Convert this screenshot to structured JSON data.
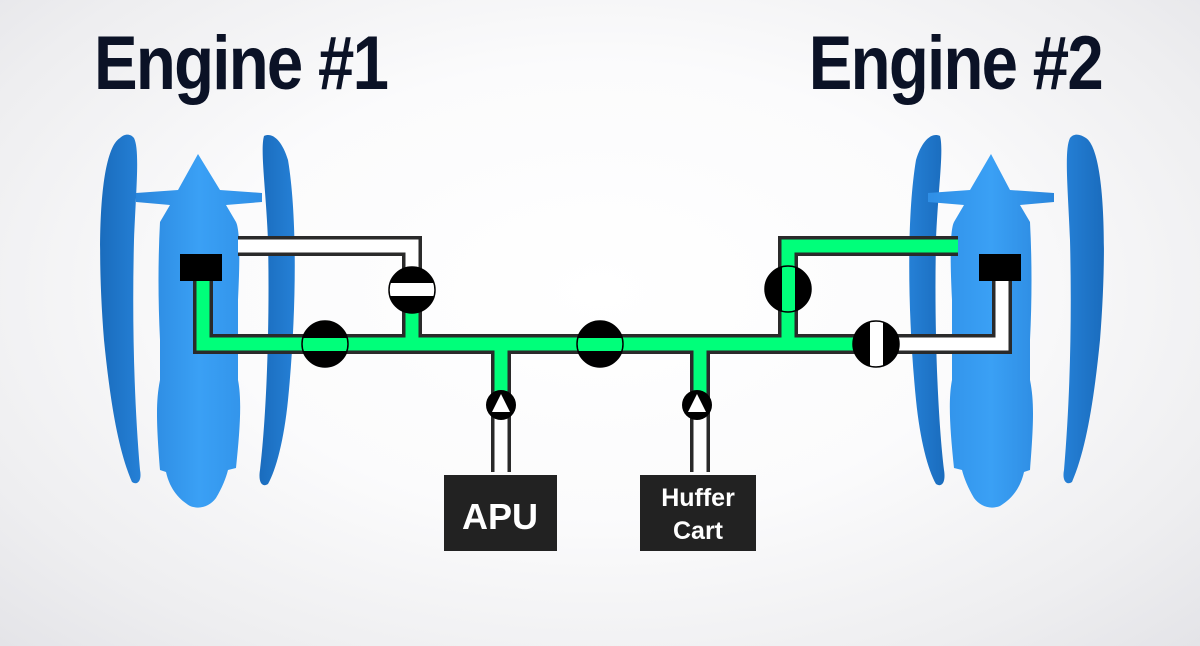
{
  "titles": {
    "engine1": "Engine #1",
    "engine2": "Engine #2"
  },
  "sources": {
    "apu": {
      "label": "APU"
    },
    "huffer_cart": {
      "line1": "Huffer",
      "line2": "Cart"
    }
  },
  "colors": {
    "title": "#0b1226",
    "engine_body": "#3399f0",
    "engine_nacelle": "#1e73c4",
    "pressurized_duct": "#00ff7a",
    "unpressurized_duct": "#ffffff",
    "duct_outline": "#2a2a2a",
    "valve": "#000000",
    "source_box": "#222222"
  },
  "valves": [
    {
      "id": "engine1-start-valve",
      "state": "closed"
    },
    {
      "id": "engine1-isolation-valve",
      "state": "open"
    },
    {
      "id": "center-isolation-valve",
      "state": "open"
    },
    {
      "id": "engine2-start-valve",
      "state": "open"
    },
    {
      "id": "engine2-isolation-valve",
      "state": "closed"
    },
    {
      "id": "apu-check-valve",
      "state": "check"
    },
    {
      "id": "huffer-check-valve",
      "state": "check"
    }
  ]
}
